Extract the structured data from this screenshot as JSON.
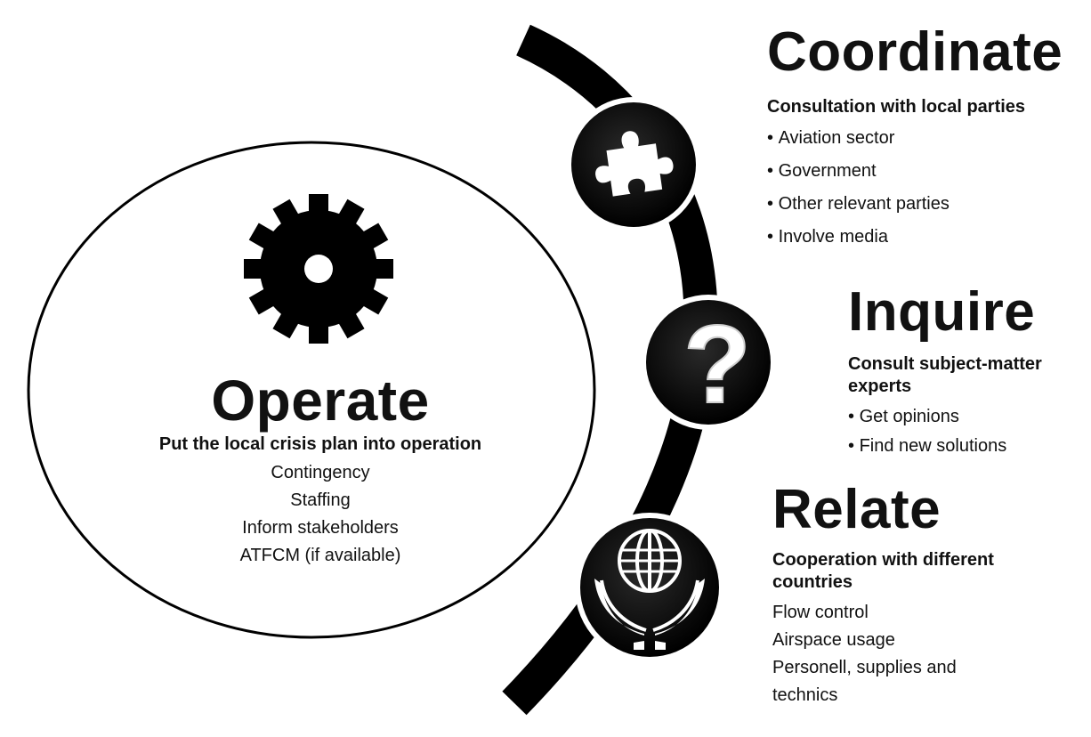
{
  "operate": {
    "title": "Operate",
    "subtitle": "Put the local crisis plan into operation",
    "items": [
      "Contingency",
      "Staffing",
      "Inform stakeholders",
      "ATFCM (if available)"
    ],
    "icon": "gear-icon"
  },
  "coordinate": {
    "title": "Coordinate",
    "subtitle": "Consultation with local parties",
    "items": [
      "Aviation sector",
      "Government",
      "Other relevant parties",
      "Involve media"
    ],
    "icon": "puzzle-piece-icon"
  },
  "inquire": {
    "title": "Inquire",
    "subtitle": "Consult subject-matter experts",
    "items": [
      "Get opinions",
      "Find new solutions"
    ],
    "icon": "question-mark-icon",
    "glyph": "?"
  },
  "relate": {
    "title": "Relate",
    "subtitle": "Cooperation with different countries",
    "items": [
      "Flow control",
      "Airspace usage",
      "Personell, supplies and technics"
    ],
    "icon": "globe-hands-icon"
  },
  "colors": {
    "ink": "#111111",
    "background": "#ffffff",
    "icon_fill": "#ffffff"
  }
}
